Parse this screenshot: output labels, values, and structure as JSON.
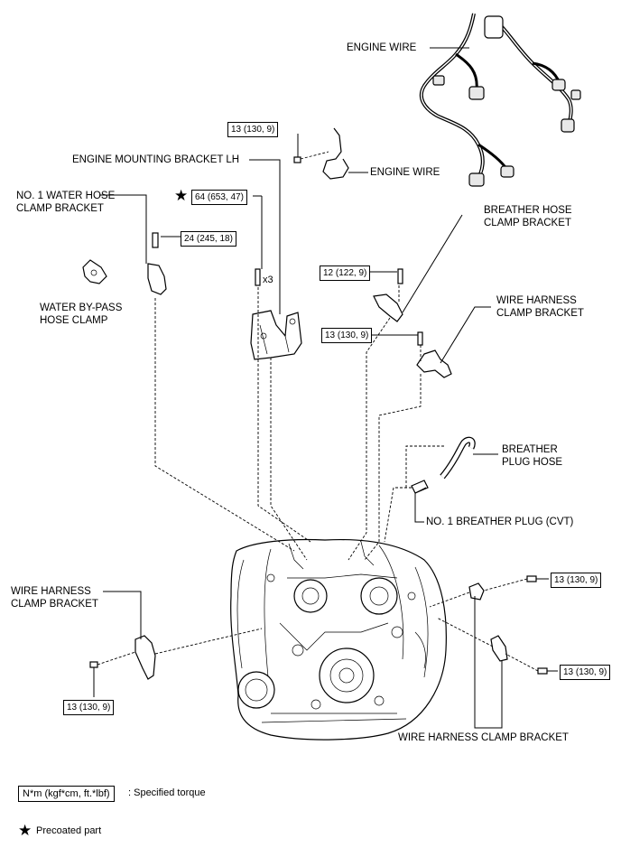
{
  "labels": {
    "engine_wire_top": "ENGINE WIRE",
    "engine_wire_mid": "ENGINE WIRE",
    "engine_mounting_bracket": "ENGINE MOUNTING BRACKET LH",
    "water_hose_clamp_bracket": "NO. 1 WATER HOSE\nCLAMP BRACKET",
    "water_bypass_hose_clamp": "WATER BY-PASS\nHOSE CLAMP",
    "breather_hose_clamp_bracket": "BREATHER HOSE\nCLAMP BRACKET",
    "wire_harness_clamp_bracket_upper": "WIRE HARNESS\nCLAMP BRACKET",
    "breather_plug_hose": "BREATHER\nPLUG HOSE",
    "breather_plug": "NO. 1 BREATHER PLUG (CVT)",
    "wire_harness_clamp_bracket_left": "WIRE HARNESS\nCLAMP BRACKET",
    "wire_harness_clamp_bracket_bottom": "WIRE HARNESS CLAMP BRACKET",
    "multiplier": "x3"
  },
  "torque": {
    "t1": "13 (130, 9)",
    "t2": "64 (653, 47)",
    "t3": "24 (245, 18)",
    "t4": "12 (122, 9)",
    "t5": "13 (130, 9)",
    "t6": "13 (130, 9)",
    "t7": "13 (130, 9)",
    "t8": "13 (130, 9)"
  },
  "legend": {
    "torque_unit": "N*m (kgf*cm, ft.*lbf)",
    "torque_desc": ": Specified torque",
    "precoated": "Precoated part"
  },
  "icons": {
    "star": "star-icon",
    "star_glyph": "★"
  }
}
